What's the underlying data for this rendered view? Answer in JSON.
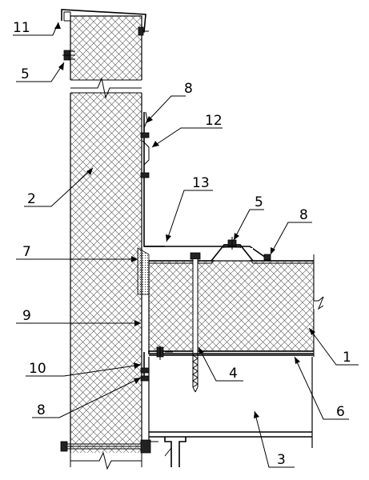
{
  "callouts": [
    {
      "id": "c11",
      "label": "11"
    },
    {
      "id": "c5a",
      "label": "5"
    },
    {
      "id": "c8a",
      "label": "8"
    },
    {
      "id": "c12",
      "label": "12"
    },
    {
      "id": "c2",
      "label": "2"
    },
    {
      "id": "c13",
      "label": "13"
    },
    {
      "id": "c5b",
      "label": "5"
    },
    {
      "id": "c8b",
      "label": "8"
    },
    {
      "id": "c7",
      "label": "7"
    },
    {
      "id": "c9",
      "label": "9"
    },
    {
      "id": "c1",
      "label": "1"
    },
    {
      "id": "c10",
      "label": "10"
    },
    {
      "id": "c4",
      "label": "4"
    },
    {
      "id": "c6",
      "label": "6"
    },
    {
      "id": "c8c",
      "label": "8"
    },
    {
      "id": "c3",
      "label": "3"
    }
  ]
}
